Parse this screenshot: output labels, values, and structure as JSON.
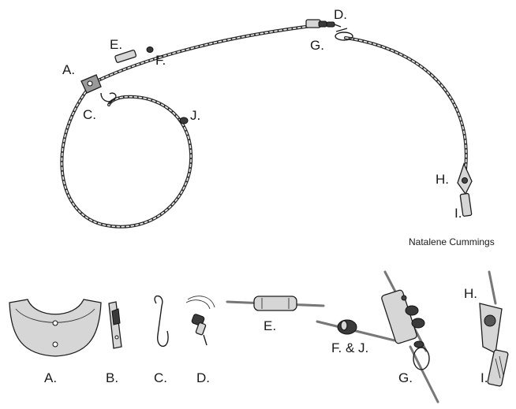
{
  "labels": {
    "top_a": "A.",
    "top_e": "E.",
    "top_f": "F.",
    "top_c": "C.",
    "top_j": "J.",
    "top_d": "D.",
    "top_g": "G.",
    "top_h": "H.",
    "top_i": "I.",
    "bottom_a": "A.",
    "bottom_b": "B.",
    "bottom_c": "C.",
    "bottom_d": "D.",
    "bottom_e": "E.",
    "bottom_fj": "F. & J.",
    "bottom_g": "G.",
    "bottom_h": "H.",
    "bottom_i": "I."
  },
  "credit": "Natalene Cummings"
}
